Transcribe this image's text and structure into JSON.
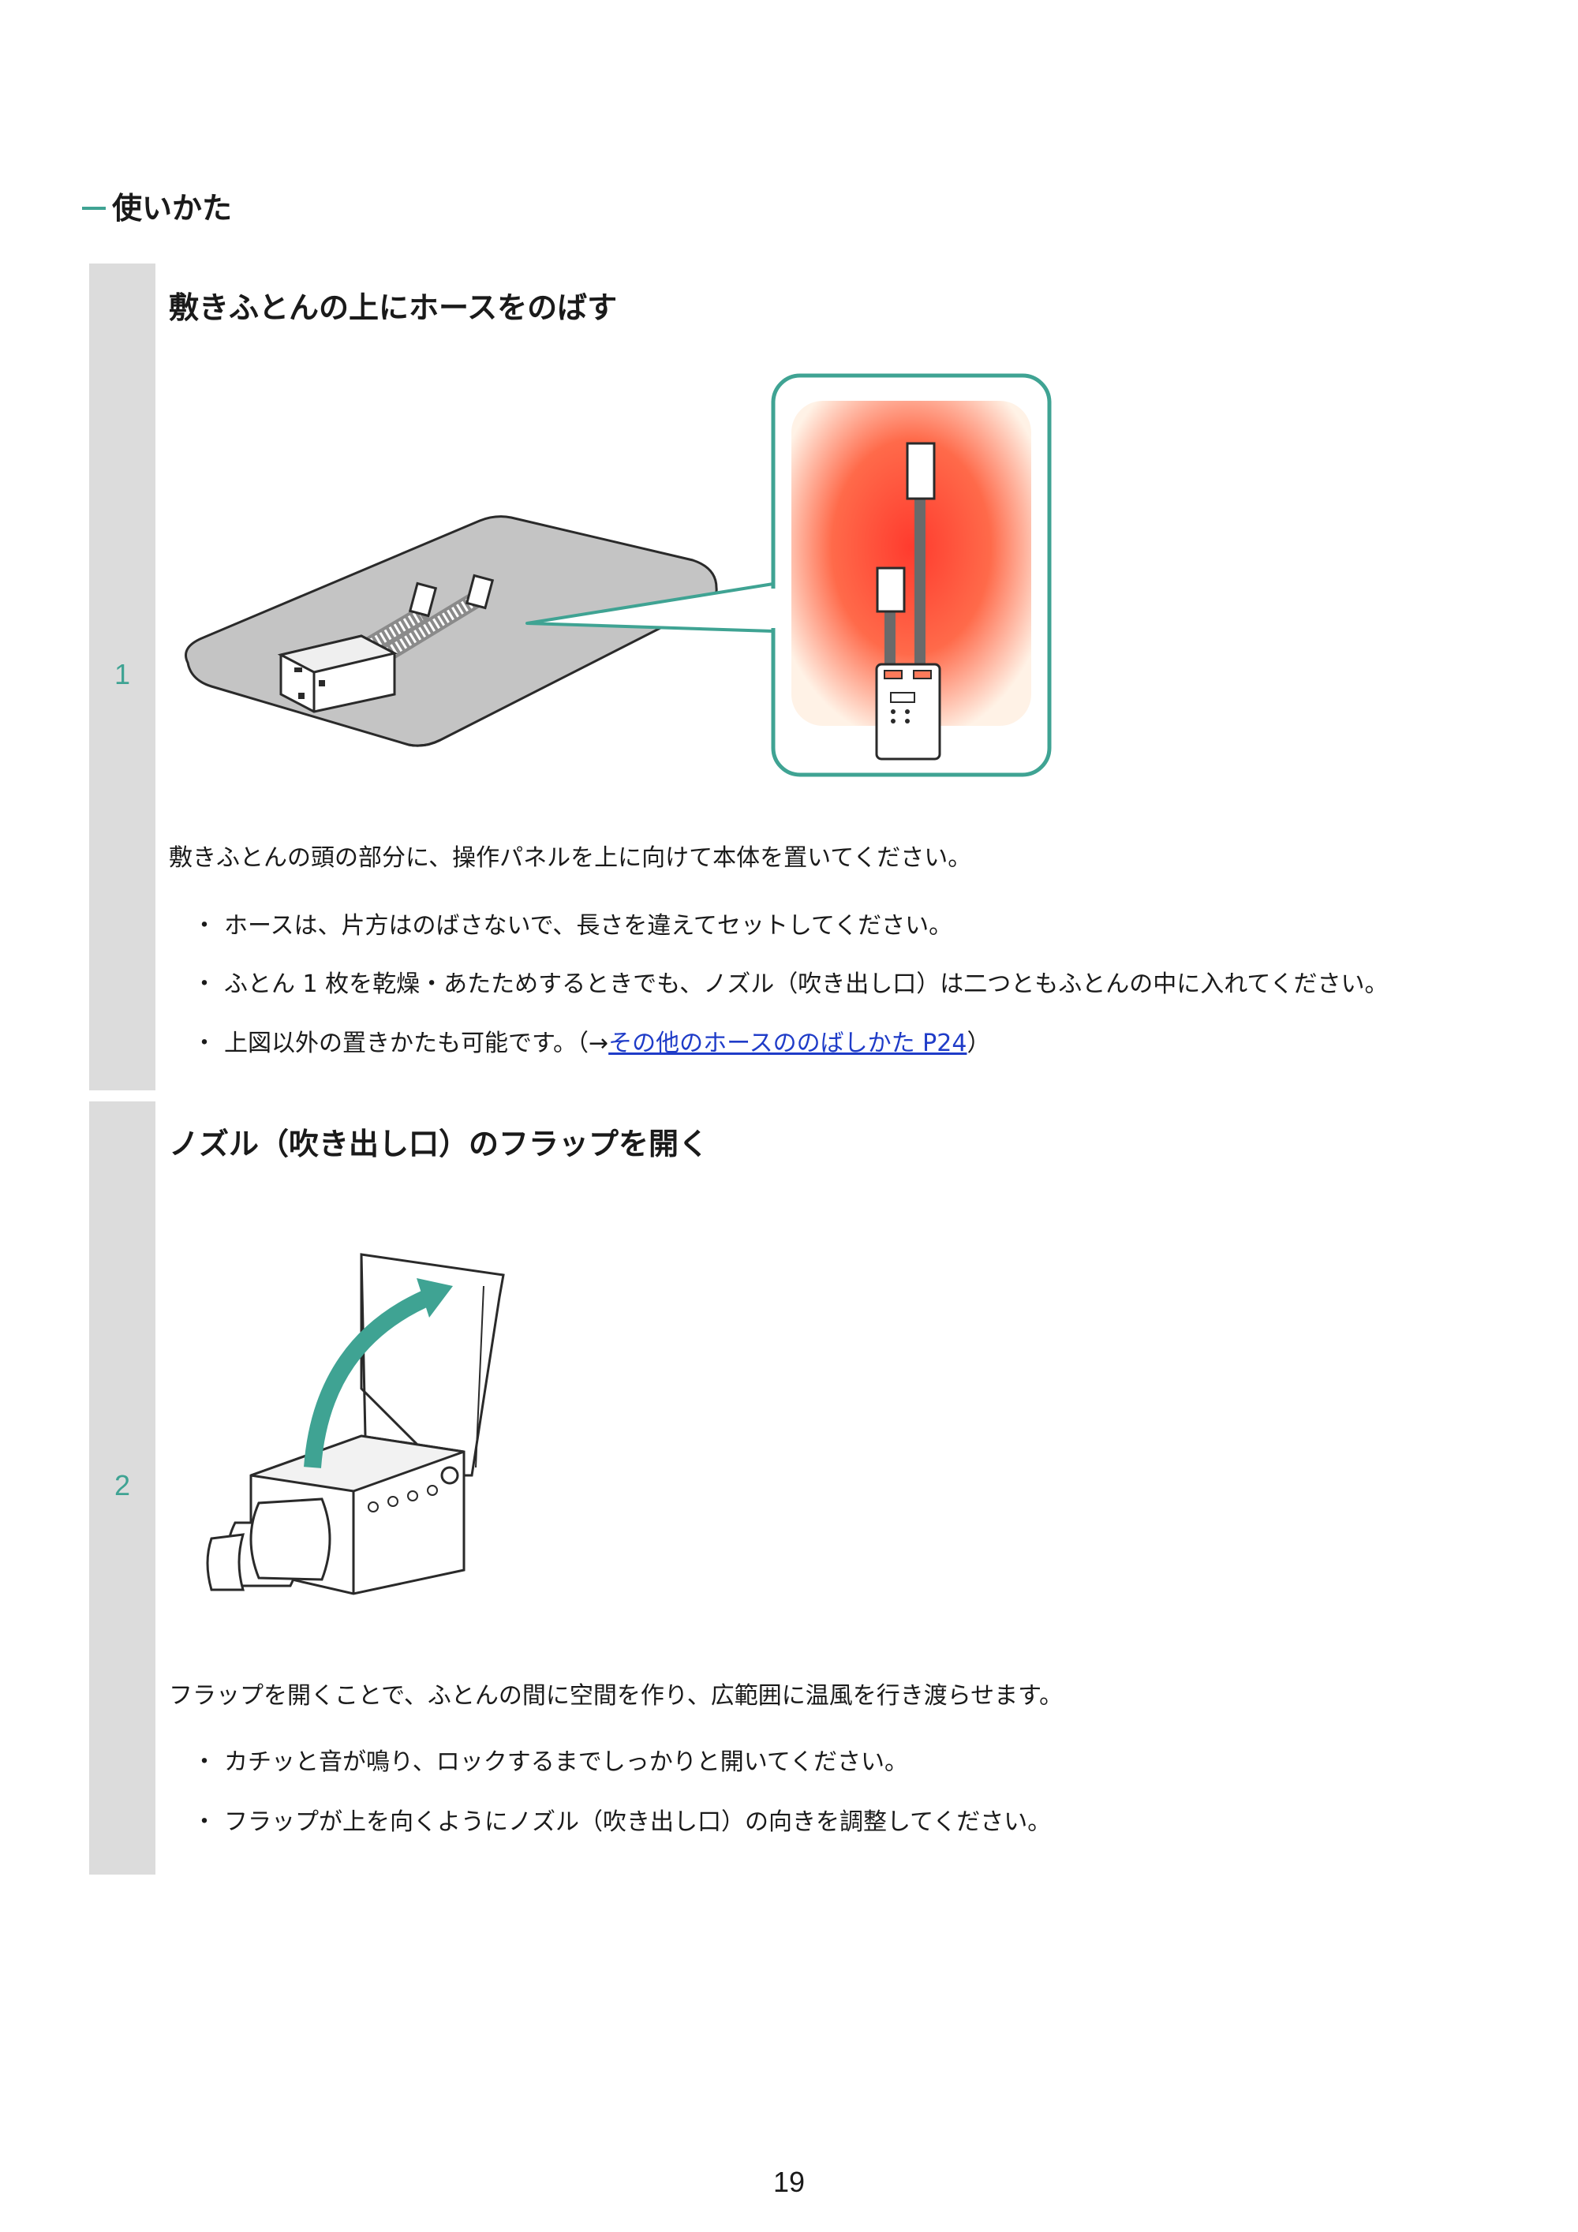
{
  "section_title": "使いかた",
  "steps": [
    {
      "number": "1",
      "title": "敷きふとんの上にホースをのばす",
      "description": "敷きふとんの頭の部分に、操作パネルを上に向けて本体を置いてください。",
      "bullets": [
        "ホースは、片方はのばさないで、長さを違えてセットしてください。",
        "ふとん 1 枚を乾燥・あたためするときでも、ノズル（吹き出し口）は二つともふとんの中に入れてください。"
      ],
      "bullet3_prefix": "上図以外の置きかたも可能です。（→",
      "bullet3_link": "その他のホースののばしかた P24",
      "bullet3_suffix": "）"
    },
    {
      "number": "2",
      "title": "ノズル（吹き出し口）のフラップを開く",
      "description": "フラップを開くことで、ふとんの間に空間を作り、広範囲に温風を行き渡らせます。",
      "bullets": [
        "カチッと音が鳴り、ロックするまでしっかりと開いてください。",
        "フラップが上を向くようにノズル（吹き出し口）の向きを調整してください。"
      ]
    }
  ],
  "page_number": "19",
  "colors": {
    "accent": "#3fa393",
    "step_bar": "#dcdcdc",
    "link": "#1f3cc8",
    "warm": "#ff4b3a"
  }
}
